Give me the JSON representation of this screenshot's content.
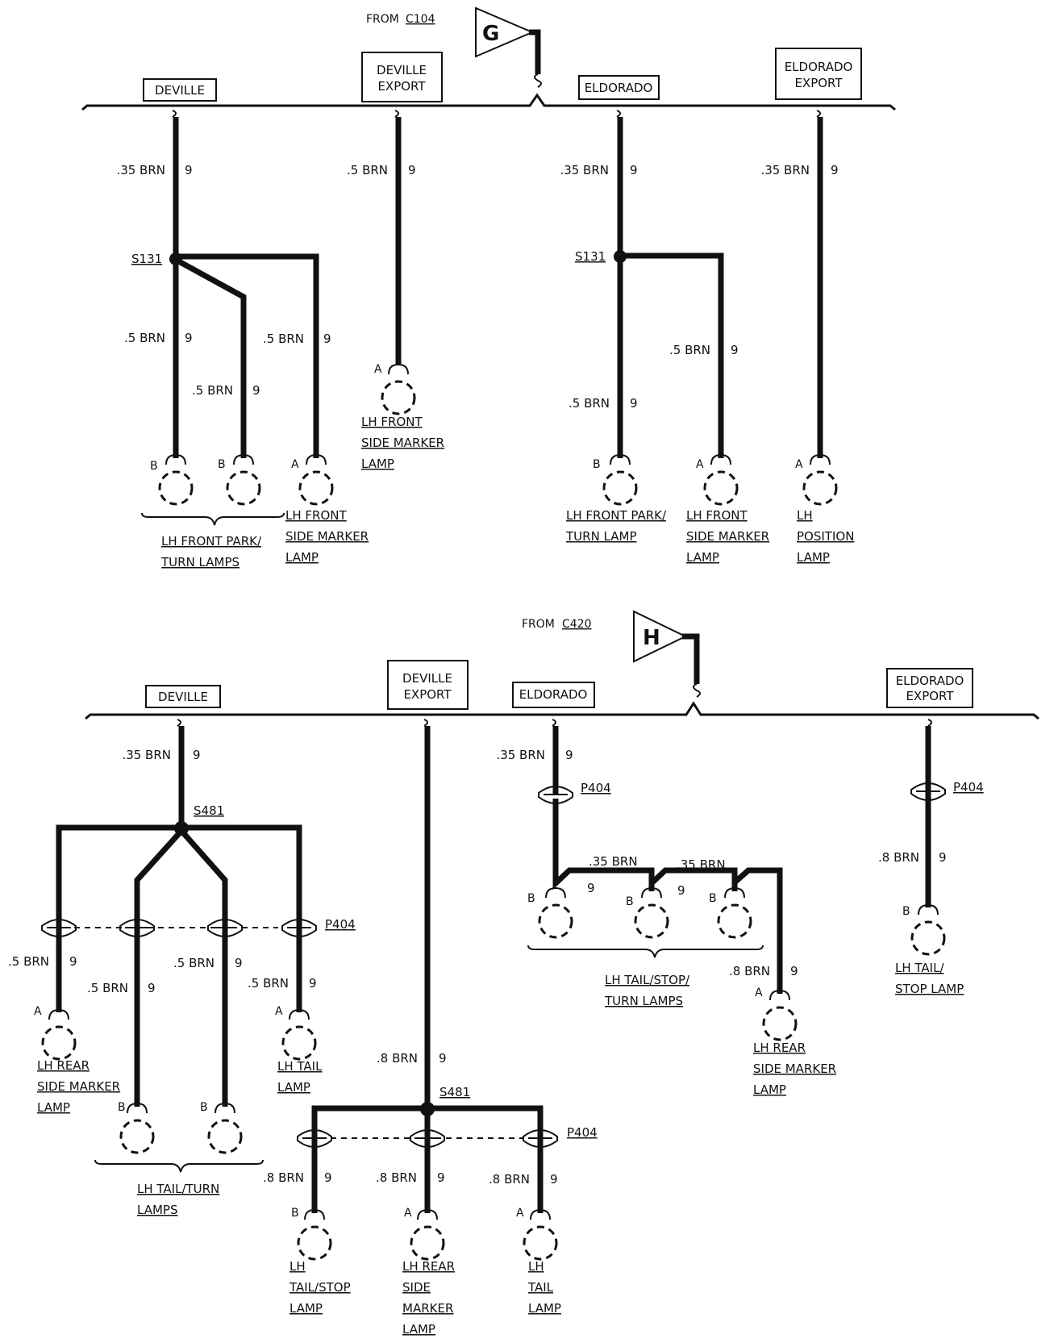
{
  "upper": {
    "from_label": "FROM",
    "from_conn": "C104",
    "tri_letter": "G",
    "options": {
      "deville": "DEVILLE",
      "deville_export_1": "DEVILLE",
      "deville_export_2": "EXPORT",
      "eldorado": "ELDORADO",
      "eldorado_export_1": "ELDORADO",
      "eldorado_export_2": "EXPORT"
    },
    "splice_a": "S131",
    "splice_b": "S131",
    "w_035": ".35 BRN",
    "w_05": ".5 BRN",
    "circuit": "9",
    "pin_a": "A",
    "pin_b": "B",
    "lamps": {
      "front_park_turn_lamps": [
        "LH FRONT PARK/",
        "TURN LAMPS"
      ],
      "front_side_marker_a": [
        "LH FRONT",
        "SIDE MARKER",
        "LAMP"
      ],
      "front_side_marker_b": [
        "LH FRONT",
        "SIDE MARKER",
        "LAMP"
      ],
      "front_park_turn_lamp": [
        "LH FRONT PARK/",
        "TURN LAMP"
      ],
      "front_side_marker_c": [
        "LH FRONT",
        "SIDE MARKER",
        "LAMP"
      ],
      "position_lamp": [
        "LH",
        "POSITION",
        "LAMP"
      ]
    }
  },
  "lower": {
    "from_label": "FROM",
    "from_conn": "C420",
    "tri_letter": "H",
    "options": {
      "deville": "DEVILLE",
      "deville_export_1": "DEVILLE",
      "deville_export_2": "EXPORT",
      "eldorado": "ELDORADO",
      "eldorado_export_1": "ELDORADO",
      "eldorado_export_2": "EXPORT"
    },
    "splice": "S481",
    "connector": "P404",
    "w_035": ".35 BRN",
    "w_05": ".5 BRN",
    "w_08": ".8 BRN",
    "circuit": "9",
    "pin_a": "A",
    "pin_b": "B",
    "lamps": {
      "rear_side_marker_a": [
        "LH REAR",
        "SIDE MARKER",
        "LAMP"
      ],
      "tail_lamp_a": [
        "LH TAIL",
        "LAMP"
      ],
      "tail_turn_lamps": [
        "LH TAIL/TURN",
        "LAMPS"
      ],
      "tail_stop_lamp_a": [
        "LH",
        "TAIL/STOP",
        "LAMP"
      ],
      "rear_side_marker_b": [
        "LH REAR",
        "SIDE",
        "MARKER",
        "LAMP"
      ],
      "tail_lamp_b": [
        "LH",
        "TAIL",
        "LAMP"
      ],
      "tail_stop_turn_lamps": [
        "LH TAIL/STOP/",
        "TURN LAMPS"
      ],
      "rear_side_marker_c": [
        "LH REAR",
        "SIDE MARKER",
        "LAMP"
      ],
      "tail_stop_lamp_b": [
        "LH TAIL/",
        "STOP LAMP"
      ]
    }
  }
}
